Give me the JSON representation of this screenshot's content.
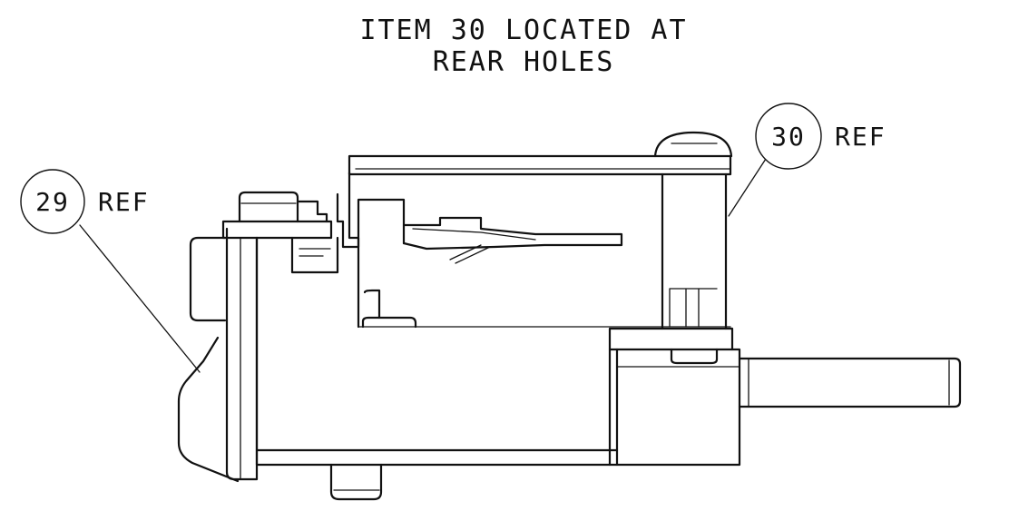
{
  "note": {
    "line1": "ITEM 30 LOCATED AT",
    "line2": "REAR HOLES"
  },
  "callouts": [
    {
      "item": "29",
      "suffix": "REF"
    },
    {
      "item": "30",
      "suffix": "REF"
    }
  ],
  "colors": {
    "line": "#111111",
    "background": "#ffffff"
  }
}
